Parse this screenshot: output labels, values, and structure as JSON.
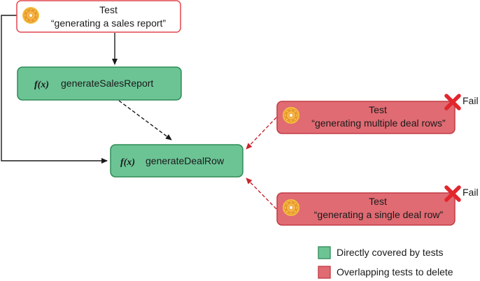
{
  "nodes": {
    "test_sales_report": {
      "title": "Test",
      "subtitle": "“generating a sales report”"
    },
    "generate_sales_report": {
      "fx": "f(x)",
      "label": "generateSalesReport"
    },
    "generate_deal_row": {
      "fx": "f(x)",
      "label": "generateDealRow"
    },
    "test_multiple_deal_rows": {
      "title": "Test",
      "subtitle": "“generating multiple deal rows”",
      "status": "Fail"
    },
    "test_single_deal_row": {
      "title": "Test",
      "subtitle": "“generating a single deal row”",
      "status": "Fail"
    }
  },
  "legend": {
    "covered": "Directly covered by tests",
    "overlapping": "Overlapping tests to delete"
  },
  "colors": {
    "green_fill": "#6cc495",
    "green_stroke": "#2e8b57",
    "red_fill": "#e06b73",
    "red_stroke": "#c23b44",
    "test_fill": "#ffffff",
    "test_stroke": "#e2474f",
    "gear": "#f5a623",
    "fail_x": "#e2262d"
  },
  "icons": {
    "test_icon": "gear-icon",
    "fail_icon": "x-mark-icon"
  }
}
